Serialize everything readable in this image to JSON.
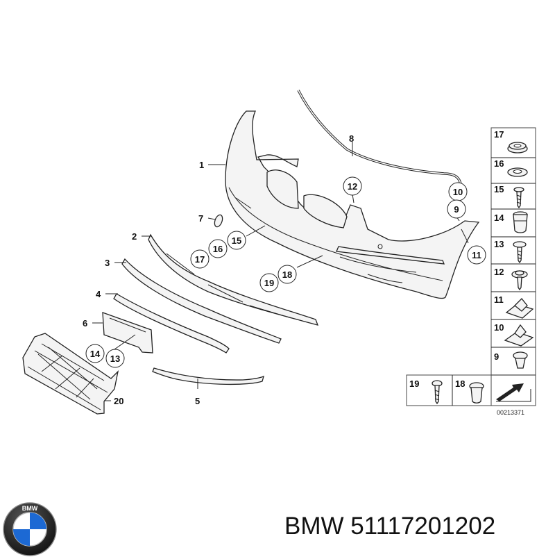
{
  "diagram": {
    "part_labels": [
      "1",
      "2",
      "3",
      "4",
      "5",
      "6",
      "7",
      "8",
      "20"
    ],
    "circled_labels": [
      "12",
      "10",
      "9",
      "15",
      "16",
      "17",
      "11",
      "18",
      "19",
      "14",
      "13"
    ],
    "table_items": [
      "17",
      "16",
      "15",
      "14",
      "13",
      "12",
      "11",
      "10",
      "9",
      "19",
      "18"
    ],
    "reference_code": "00213371"
  },
  "brand": {
    "logo_text": "BMW",
    "colors": {
      "blue": "#1c69d4",
      "ring": "#111111",
      "white": "#ffffff"
    }
  },
  "caption": "BMW 51117201202"
}
